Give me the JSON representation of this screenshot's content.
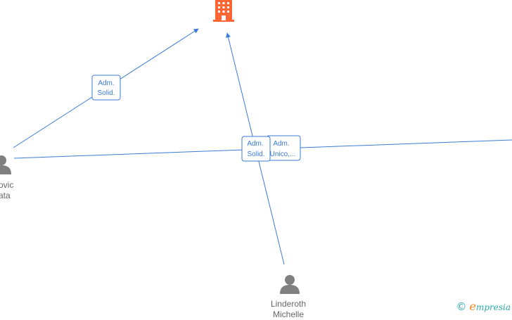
{
  "nodes": {
    "company": {
      "icon": "building-icon",
      "color": "#ff6633"
    },
    "person_left": {
      "icon": "person-icon",
      "name_line1": "ovic",
      "name_line2": "ata"
    },
    "person_bottom": {
      "icon": "person-icon",
      "name_line1": "Linderoth",
      "name_line2": "Michelle"
    }
  },
  "edges": {
    "left_to_company": {
      "label_line1": "Adm.",
      "label_line2": "Solid."
    },
    "bottom_to_company": {
      "label_line1": "Adm.",
      "label_line2": "Solid."
    },
    "left_to_right": {
      "label_line1": "Adm.",
      "label_line2": "Unico,..."
    }
  },
  "watermark": {
    "copyright": "©",
    "brand_initial": "e",
    "brand_rest": "mpresia"
  },
  "colors": {
    "edge": "#3a7bd5",
    "person": "#808080",
    "company": "#ff6633",
    "brand": "#2aa8a8",
    "brand_accent": "#f08a24"
  }
}
